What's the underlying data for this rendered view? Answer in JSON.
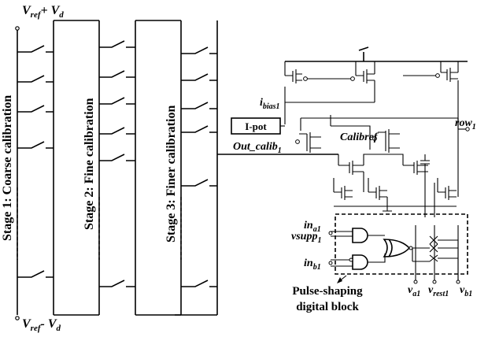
{
  "labels": {
    "vref_plus": "V",
    "vref_plus_sub": "ref",
    "vref_plus_tail": "+ V",
    "vref_plus_tail_sub": "d",
    "vref_minus": "V",
    "vref_minus_sub": "ref",
    "vref_minus_tail": "- V",
    "vref_minus_tail_sub": "d",
    "stage1": "Stage 1: Coarse calibration",
    "stage2": "Stage 2: Fine calibration",
    "stage3": "Stage 3: Finer calibration",
    "out_calib": "Out_calib",
    "out_calib_sub": "1",
    "ibias": "i",
    "ibias_sub": "bias1",
    "ipot": "I-pot",
    "calibref": "Calibref",
    "row": "row",
    "row_sub": "1",
    "in_a": "in",
    "in_a_sub": "a1",
    "vsupp": "vsupp",
    "vsupp_sub": "1",
    "in_b": "in",
    "in_b_sub": "b1",
    "block_line1": "Pulse-shaping",
    "block_line2": "digital block",
    "va": "v",
    "va_sub": "a1",
    "vrest": "v",
    "vrest_sub": "rest1",
    "vb": "v",
    "vb_sub": "b1"
  }
}
